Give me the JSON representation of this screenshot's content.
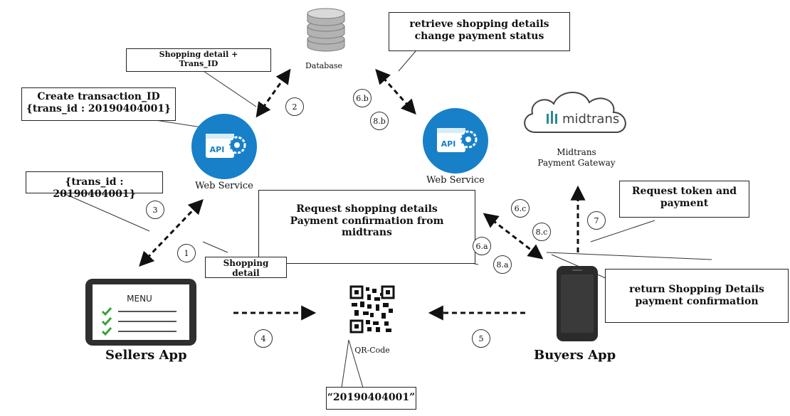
{
  "database": {
    "label": "Database"
  },
  "web_service_left": {
    "api": "API",
    "label": "Web Service"
  },
  "web_service_right": {
    "api": "API",
    "label": "Web Service"
  },
  "midtrans": {
    "logo_text": "midtrans",
    "label_line1": "Midtrans",
    "label_line2": "Payment Gateway"
  },
  "sellers_app": {
    "title": "Sellers App",
    "menu_label": "MENU"
  },
  "buyers_app": {
    "title": "Buyers App"
  },
  "qr_code": {
    "label": "QR-Code"
  },
  "callouts": {
    "shopping_trans": [
      "Shopping detail +",
      "Trans_ID"
    ],
    "create_trans": [
      "Create transaction_ID",
      "{trans_id : 20190404001}"
    ],
    "trans_id_value": [
      "{trans_id : 20190404001}"
    ],
    "retrieve": [
      "retrieve shopping details",
      "change payment status"
    ],
    "request_shopping": [
      "Request shopping details",
      "Payment confirmation from",
      "midtrans"
    ],
    "request_token": [
      "Request token and",
      "payment"
    ],
    "shopping_detail": [
      "Shopping",
      "detail"
    ],
    "return_shopping": [
      "return Shopping Details",
      "payment confirmation"
    ],
    "qr_value": [
      "“20190404001”"
    ]
  },
  "steps": {
    "s1": "1",
    "s2": "2",
    "s3": "3",
    "s4": "4",
    "s5": "5",
    "s6a": "6.a",
    "s6b": "6.b",
    "s6c": "6.c",
    "s7": "7",
    "s8a": "8.a",
    "s8b": "8.b",
    "s8c": "8.c"
  },
  "colors": {
    "api_blue": "#1780c8",
    "cloud_teal": "#2a8a8e",
    "check_green": "#3aa03a"
  }
}
